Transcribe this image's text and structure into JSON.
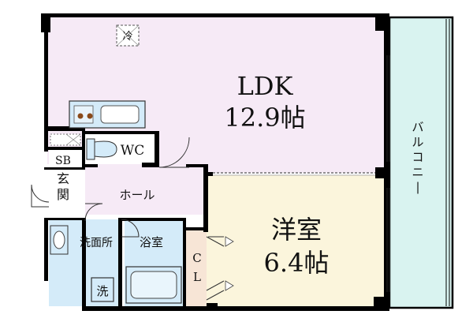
{
  "rooms": {
    "ldk": {
      "name": "LDK",
      "size": "12.9帖"
    },
    "western": {
      "name": "洋室",
      "size": "6.4帖"
    },
    "balcony": "バルコニー",
    "wc": "WC",
    "sb": "SB",
    "entrance": "玄関",
    "hall": "ホール",
    "washroom": "洗面所",
    "bath": "浴室",
    "closet": "CL",
    "washer": "洗",
    "ac": "冷"
  },
  "colors": {
    "living": "#f6eaf6",
    "western": "#fbf5dc",
    "balcony": "#d9f3f0",
    "water": "#d4ebf9",
    "closet": "#f7e5d6",
    "white": "#ffffff",
    "wall": "#000000"
  }
}
